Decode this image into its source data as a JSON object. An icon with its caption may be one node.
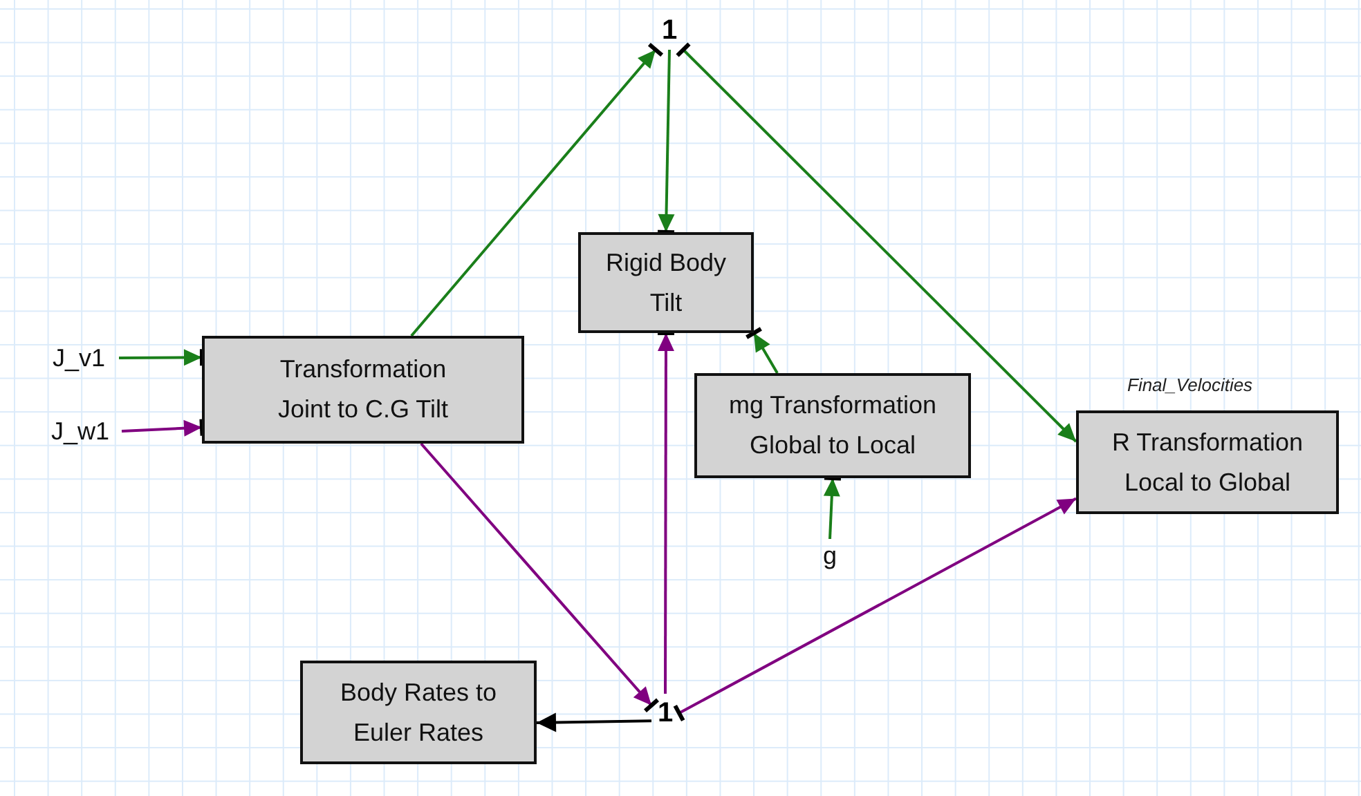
{
  "diagram": {
    "nodes": [
      {
        "text": [
          "1"
        ]
      },
      {
        "text": [
          "Rigid Body Tilt"
        ]
      },
      {
        "text": [
          "J_v1"
        ]
      },
      {
        "text": [
          "J_w1"
        ]
      },
      {
        "text": [
          "Transformation Joint to C.G Tilt"
        ]
      },
      {
        "text": [
          "mg Transformation Global to Local"
        ]
      },
      {
        "text": [
          "R Transformation Local to Global"
        ],
        "beside": [
          "Final_Velocities"
        ]
      },
      {
        "text": [
          "g"
        ]
      },
      {
        "text": [
          "Body Rates to Euler Rates"
        ]
      },
      {
        "text": [
          "1"
        ]
      }
    ],
    "edges": [
      {
        "from": 4,
        "to": 0,
        "arrow": "to"
      },
      {
        "from": 0,
        "to": 1,
        "arrow": "to"
      },
      {
        "from": 0,
        "to": 6,
        "arrow": "to"
      },
      {
        "from": 2,
        "to": 4,
        "arrow": "to"
      },
      {
        "from": 3,
        "to": 4,
        "arrow": "to",
        "color": "#800080"
      },
      {
        "from": 5,
        "to": 1,
        "arrow": "to"
      },
      {
        "from": 7,
        "to": 5,
        "arrow": "to"
      },
      {
        "from": 4,
        "to": 9,
        "arrow": "to",
        "color": "#800080"
      },
      {
        "from": 9,
        "to": 1,
        "arrow": "to",
        "color": "#800080"
      },
      {
        "from": 9,
        "to": 6,
        "arrow": "to",
        "color": "#800080"
      },
      {
        "from": 9,
        "to": 8,
        "arrow": "to",
        "color": "#000000"
      }
    ]
  }
}
